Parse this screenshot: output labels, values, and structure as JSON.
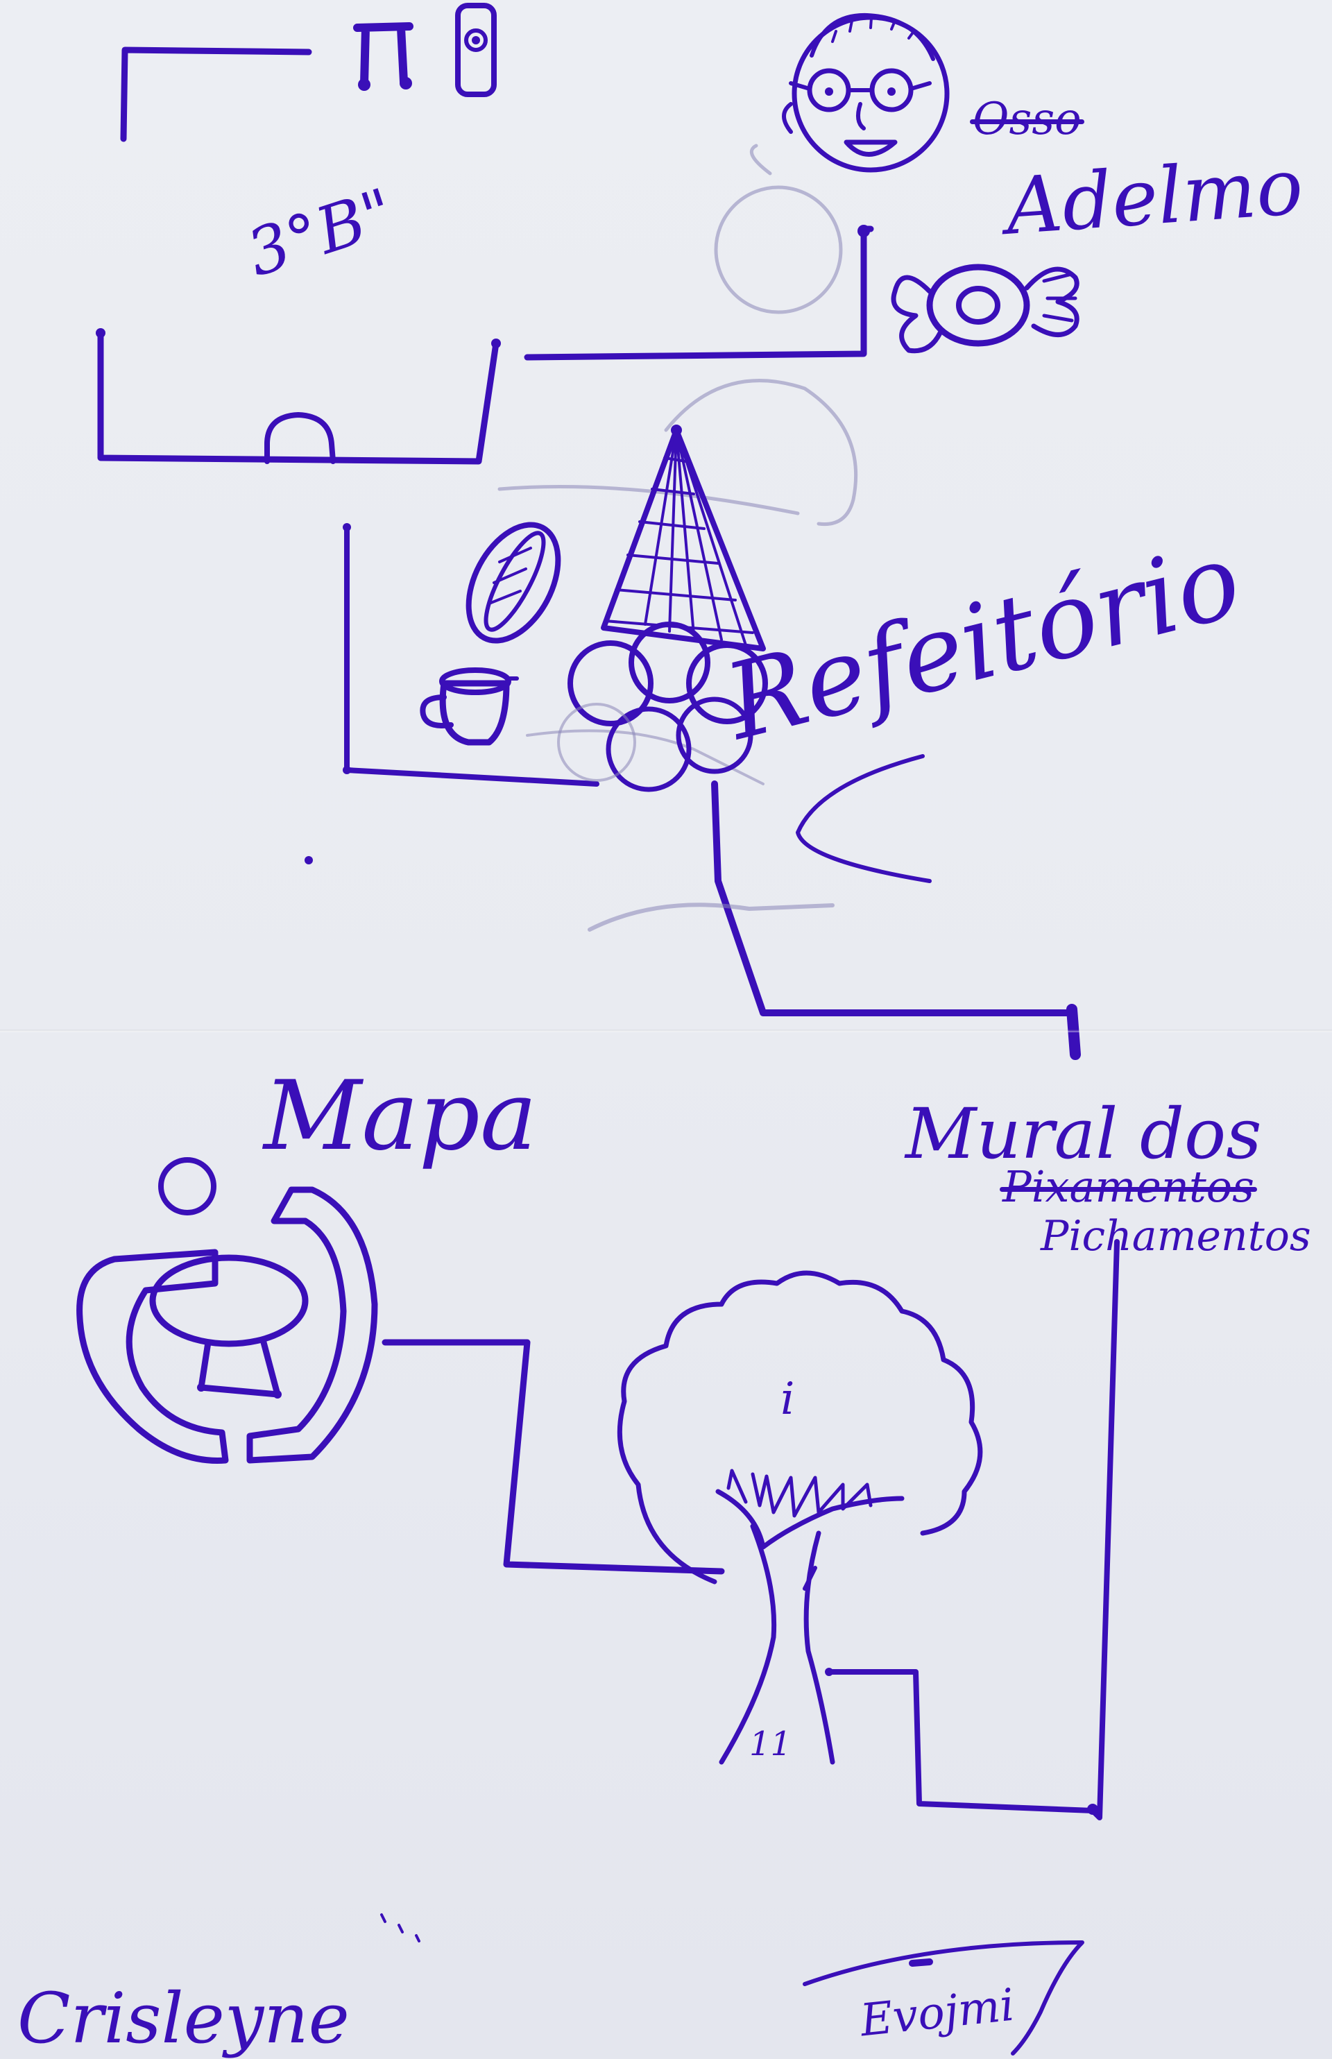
{
  "drawing": {
    "ink_color": "#3a0fb8",
    "paper_color": "#eceef3",
    "labels": {
      "classroom": "3°B\"",
      "person_name": "Adelmo",
      "person_crossed": "Osso",
      "refeitorio": "Refeitório",
      "mapa": "Mapa",
      "mural_line1": "Mural dos",
      "mural_crossed": "Pixamentos",
      "mural_line2": "Pichamentos",
      "author": "Crisleyne",
      "signature": "Evojmi",
      "tree_mark": "i",
      "trunk_mark": "11",
      "classroom_door_mark": "π"
    },
    "icons": [
      "classroom-icon",
      "face-with-glasses-icon",
      "candy-icon",
      "hot-dog-icon",
      "cup-icon",
      "ice-cream-cone-icon",
      "chalkboard-stand-icon",
      "tree-icon"
    ]
  }
}
